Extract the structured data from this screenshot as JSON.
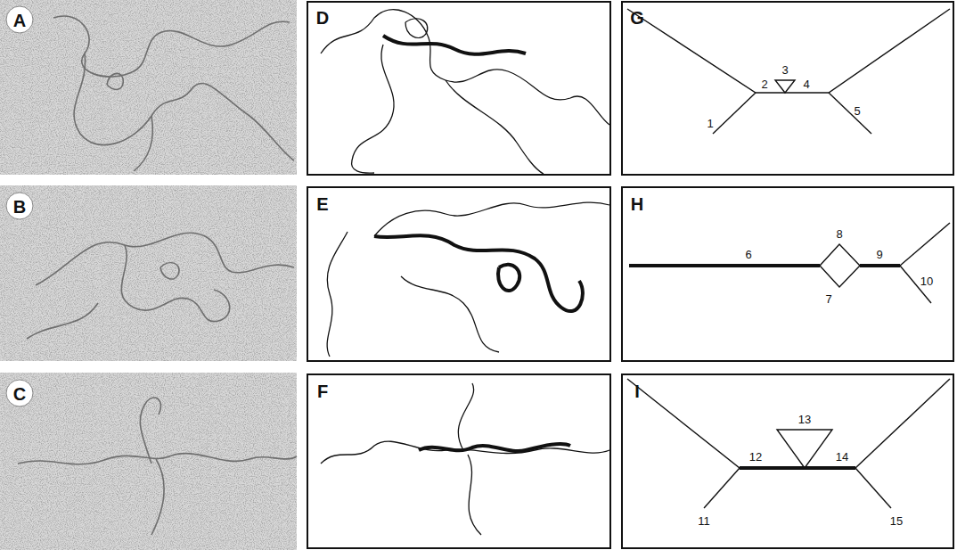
{
  "diagram": {
    "labels": [
      "A",
      "B",
      "C",
      "D",
      "E",
      "F",
      "G",
      "H",
      "I",
      "1",
      "2",
      "3",
      "4",
      "5",
      "6",
      "7",
      "8",
      "9",
      "10",
      "11",
      "12",
      "13",
      "14",
      "15"
    ]
  }
}
